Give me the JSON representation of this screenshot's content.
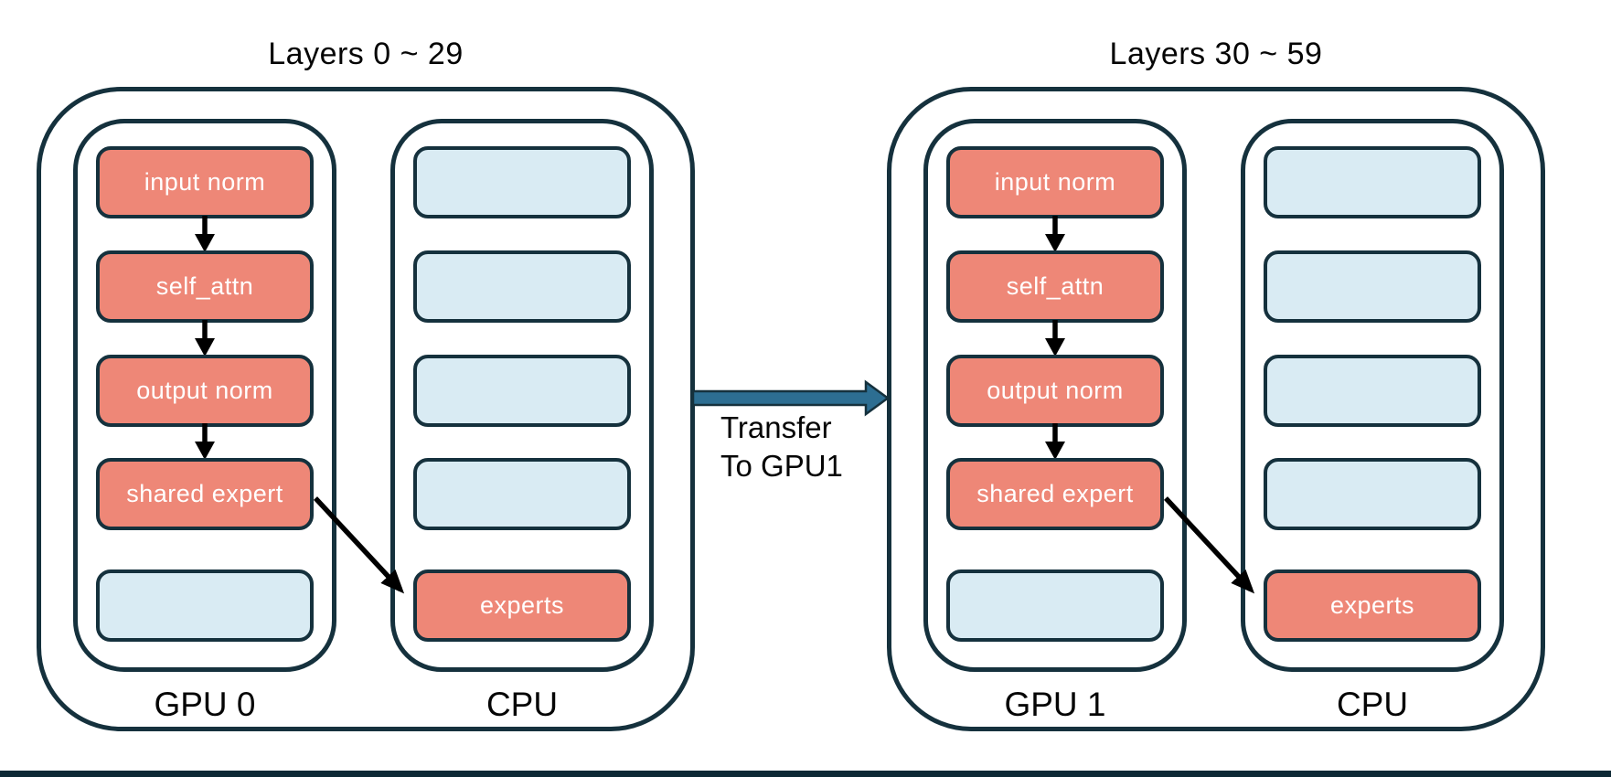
{
  "diagram": {
    "description": "MoE layer placement: experts offloaded to CPU, transfer between GPUs",
    "colors": {
      "outline": "#15313D",
      "gpu_module_fill": "#EE8777",
      "empty_slot_fill": "#D9EBF3",
      "transfer_arrow_fill": "#2D6E92",
      "flow_arrow": "#000000",
      "text_dark": "#050505",
      "module_text": "#ffffff",
      "bottom_bar": "#0D2935",
      "background": "#ffffff"
    },
    "transfer": {
      "line1": "Transfer",
      "line2": "To GPU1"
    },
    "groups": [
      {
        "title": "Layers 0 ~ 29",
        "gpu_label": "GPU 0",
        "cpu_label": "CPU",
        "gpu_boxes": [
          {
            "label": "input norm",
            "style": "salmon"
          },
          {
            "label": "self_attn",
            "style": "salmon"
          },
          {
            "label": "output norm",
            "style": "salmon"
          },
          {
            "label": "shared expert",
            "style": "salmon"
          },
          {
            "label": "",
            "style": "blue"
          }
        ],
        "cpu_boxes": [
          {
            "label": "",
            "style": "blue"
          },
          {
            "label": "",
            "style": "blue"
          },
          {
            "label": "",
            "style": "blue"
          },
          {
            "label": "",
            "style": "blue"
          },
          {
            "label": "experts",
            "style": "salmon"
          }
        ]
      },
      {
        "title": "Layers 30 ~ 59",
        "gpu_label": "GPU 1",
        "cpu_label": "CPU",
        "gpu_boxes": [
          {
            "label": "input norm",
            "style": "salmon"
          },
          {
            "label": "self_attn",
            "style": "salmon"
          },
          {
            "label": "output norm",
            "style": "salmon"
          },
          {
            "label": "shared expert",
            "style": "salmon"
          },
          {
            "label": "",
            "style": "blue"
          }
        ],
        "cpu_boxes": [
          {
            "label": "",
            "style": "blue"
          },
          {
            "label": "",
            "style": "blue"
          },
          {
            "label": "",
            "style": "blue"
          },
          {
            "label": "",
            "style": "blue"
          },
          {
            "label": "experts",
            "style": "salmon"
          }
        ]
      }
    ]
  }
}
